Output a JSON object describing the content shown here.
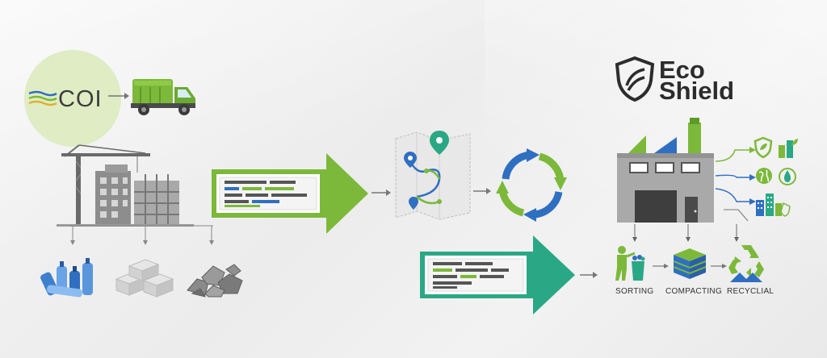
{
  "brand": {
    "coi_logo_text": "COI",
    "ecoshield_line1": "Eco",
    "ecoshield_line2": "Shield"
  },
  "process_steps": [
    {
      "label": "SORTING",
      "icon": "sorting-person-icon"
    },
    {
      "label": "COMPACTING",
      "icon": "compactor-icon"
    },
    {
      "label": "RECYCLIAL",
      "icon": "recycle-icon"
    }
  ],
  "waste_types": [
    "plastic-bottles-icon",
    "concrete-blocks-icon",
    "rubble-icon"
  ],
  "colors": {
    "green": "#7cb93a",
    "dark_green": "#4c8d2c",
    "teal": "#2aa886",
    "blue": "#2f6fc1",
    "gray": "#7a7a7a",
    "coi_circle": "#dfecc4"
  }
}
